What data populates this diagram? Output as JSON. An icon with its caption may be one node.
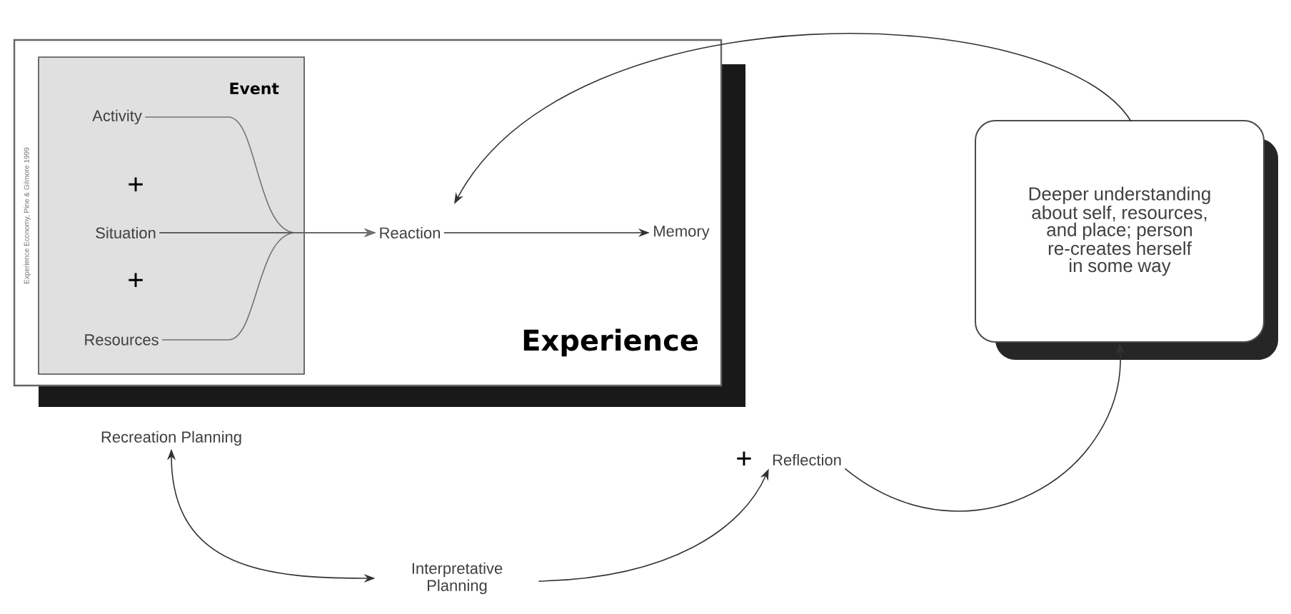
{
  "diagram": {
    "nodes": [
      {
        "text": [
          "Experience"
        ]
      },
      {
        "text": [
          "Event"
        ],
        "in": 0
      },
      {
        "text": [
          "Activity"
        ],
        "in": 1
      },
      {
        "text": [
          "Situation"
        ],
        "in": 1
      },
      {
        "text": [
          "Resources"
        ],
        "in": 1
      },
      {
        "text": [
          "Reaction"
        ],
        "in": 0
      },
      {
        "text": [
          "Memory"
        ],
        "in": 0
      },
      {
        "text": [
          "Deeper understanding about self, resources, and place; person re-creates herself in some way"
        ]
      },
      {
        "text": [
          "Recreation Planning"
        ]
      },
      {
        "text": [
          "Interpretative Planning"
        ]
      },
      {
        "text": [
          "Reflection"
        ],
        "beside": [
          "+"
        ]
      }
    ],
    "edges": [
      {
        "from": 2,
        "to": 5,
        "arrow": "to"
      },
      {
        "from": 3,
        "to": 5,
        "arrow": "to"
      },
      {
        "from": 4,
        "to": 5,
        "arrow": "to"
      },
      {
        "from": 5,
        "to": 6,
        "arrow": "to"
      },
      {
        "from": 7,
        "to": 5,
        "arrow": "to"
      },
      {
        "from": 10,
        "to": 7,
        "arrow": "to"
      },
      {
        "from": 8,
        "to": 9,
        "arrow": "both"
      },
      {
        "from": 9,
        "to": 10,
        "arrow": "to"
      }
    ],
    "labels": [
      "Experience Economy, Pine & Gilmore 1999",
      "+",
      "+"
    ]
  }
}
